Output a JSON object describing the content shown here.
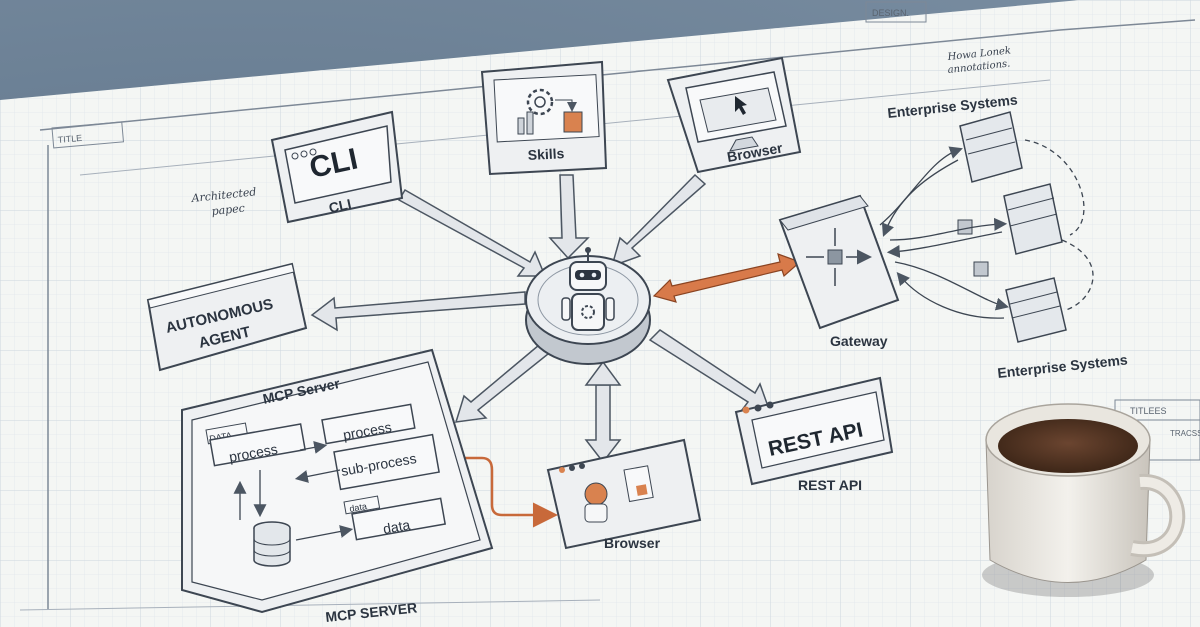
{
  "sheet": {
    "title_block": "TITLE",
    "design_block": "DESIGN.",
    "titles_block": "TITLEES",
    "trace_block": "TRACSS",
    "note_top_right": [
      "Howa Lonek",
      "annotations."
    ],
    "note_left": [
      "Architected",
      "papec"
    ]
  },
  "nodes": {
    "cli": {
      "screen_text": "CLI",
      "label": "CLI"
    },
    "skills": {
      "label": "Skills"
    },
    "browser_top": {
      "label": "Browser"
    },
    "enterprise_top": {
      "label": "Enterprise Systems"
    },
    "enterprise_bottom": {
      "label": "Enterprise Systems"
    },
    "gateway": {
      "label": "Gateway"
    },
    "agent": {
      "label_line1": "AUTONOMOUS",
      "label_line2": "AGENT"
    },
    "mcp": {
      "header": "MCP Server",
      "tag_data": "DATA",
      "process_left": "process",
      "process_right": "process",
      "sub_process": "sub-process",
      "tag_data2": "data",
      "data": "data",
      "footer": "MCP SERVER"
    },
    "browser_bottom": {
      "label": "Browser"
    },
    "rest_api": {
      "screen_text": "REST API",
      "label": "REST API"
    }
  },
  "colors": {
    "paper": "#f6f7f5",
    "grid": "#d6dde4",
    "ink": "#2b3440",
    "arrow_gray": "#d9dde2",
    "arrow_orange": "#c8693a",
    "coffee": "#4a2f1f"
  },
  "icons": [
    "robot-icon",
    "gear-icon",
    "cursor-icon",
    "server-icon",
    "database-icon",
    "document-icon",
    "traffic-light-dots-icon",
    "coffee-mug-icon"
  ]
}
